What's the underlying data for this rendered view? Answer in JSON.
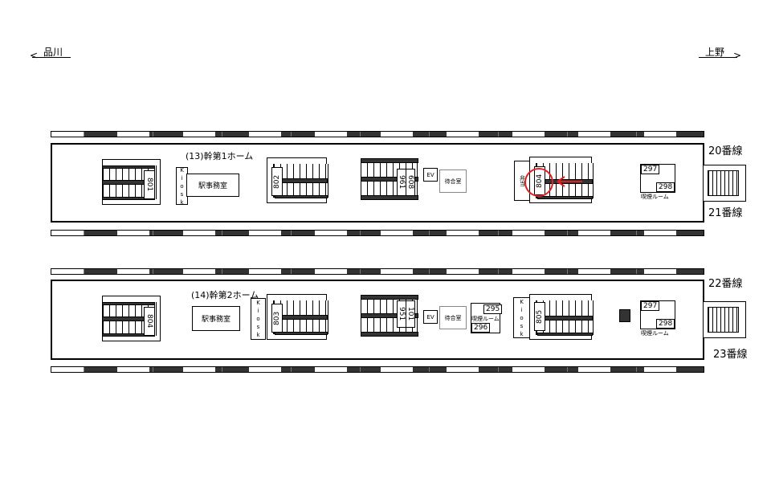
{
  "directions": {
    "left": "品川",
    "right": "上野"
  },
  "platform1": {
    "title": "(13)幹第1ホーム",
    "lines": [
      "20番線",
      "21番線"
    ],
    "stairs": [
      "801",
      "802",
      "961",
      "608",
      "804"
    ],
    "kiosk": [
      "K",
      "i",
      "o",
      "s",
      "k"
    ],
    "office": "駅事務室",
    "ev": "EV",
    "waiting": "待合室",
    "bento": "弁当",
    "smoking": {
      "label": "喫煙ルーム",
      "nums": [
        "297",
        "298"
      ]
    }
  },
  "platform2": {
    "title": "(14)幹第2ホーム",
    "lines": [
      "22番線",
      "23番線"
    ],
    "stairs": [
      "804",
      "803",
      "951",
      "101",
      "805"
    ],
    "kiosk": [
      "K",
      "i",
      "o",
      "s",
      "k"
    ],
    "office": "駅事務室",
    "ev": "EV",
    "waiting": "待合室",
    "smoking_a": {
      "label": "喫煙ルーム",
      "nums": [
        "295",
        "296"
      ]
    },
    "smoking_b": {
      "label": "喫煙ルーム",
      "nums": [
        "297",
        "298"
      ]
    }
  },
  "highlight": {
    "target": "804",
    "color": "#e02020"
  }
}
